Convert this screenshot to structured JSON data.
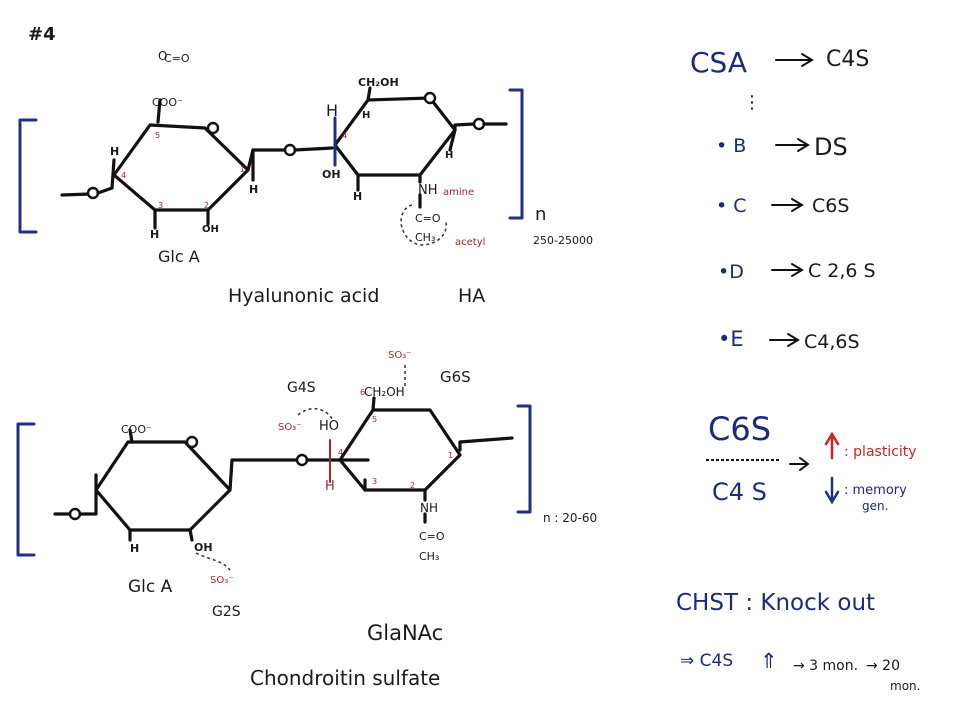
{
  "slide_number": "#4",
  "hyaluronic": {
    "carboxyl_top": "C=O",
    "carboxyl_top_o": "O",
    "coo": "COO⁻",
    "pos5": "5",
    "pos4": "4",
    "pos3": "3",
    "pos2": "2",
    "pos1": "1",
    "h_left": "H",
    "h_bottom": "H",
    "oh_bottom": "OH",
    "h_link": "H",
    "h_right_top": "H",
    "pos4b": "4",
    "oh_right": "OH",
    "h_ring2a": "H",
    "h_ring2b": "H",
    "ch2oh": "CH₂OH",
    "h_ring2c": "H",
    "nh": "NH",
    "amine": "amine",
    "c_eq_o": "C=O",
    "ch3": "CH₃",
    "acetyl": "acetyl",
    "n": "n",
    "n_range": "250-25000",
    "glca": "Glc A",
    "name": "Hyalunonic acid",
    "abbr": "HA"
  },
  "chondroitin": {
    "coo": "COO⁻",
    "h_bottom": "H",
    "oh_bottom": "OH",
    "so3_bottom": "SO₃⁻",
    "g4s": "G4S",
    "so3_left": "SO₃⁻",
    "ho": "HO",
    "h_mid": "H",
    "pos4": "4",
    "pos5": "5",
    "pos6": "6",
    "pos3": "3",
    "pos2": "2",
    "pos1": "1",
    "ch2oh": "CH₂OH",
    "so3_top": "SO₃⁻",
    "g6s": "G6S",
    "nh": "NH",
    "c_eq_o": "C=O",
    "ch3": "CH₃",
    "n_range": "n : 20-60",
    "glca": "Glc A",
    "g2s": "G2S",
    "glcnac": "GlaNAc",
    "name": "Chondroitin sulfate"
  },
  "types": {
    "csa": "CSA",
    "c4s": "C4S",
    "ellipsis": "⋮",
    "b": "• B",
    "ds": "DS",
    "c": "• C",
    "c6s": "C6S",
    "d": "•D",
    "c26s": "C 2,6 S",
    "e": "•E",
    "c46s": "C4,6S"
  },
  "ratio": {
    "numerator": "C6S",
    "denominator": "C4 S",
    "up_label": ": plasticity",
    "down_label": ": memory",
    "down_label2": "gen."
  },
  "chst": {
    "title": "CHST : Knock out",
    "result_prefix": "⇒ C4S",
    "arrow_up": "⇑",
    "time_from": "→ 3 mon.",
    "time_to": "→ 20",
    "time_unit": "mon."
  },
  "colors": {
    "ink": "#1a1a1a",
    "blue": "#1f2f86",
    "red": "#a8272d",
    "bright_red": "#d61f1f"
  }
}
